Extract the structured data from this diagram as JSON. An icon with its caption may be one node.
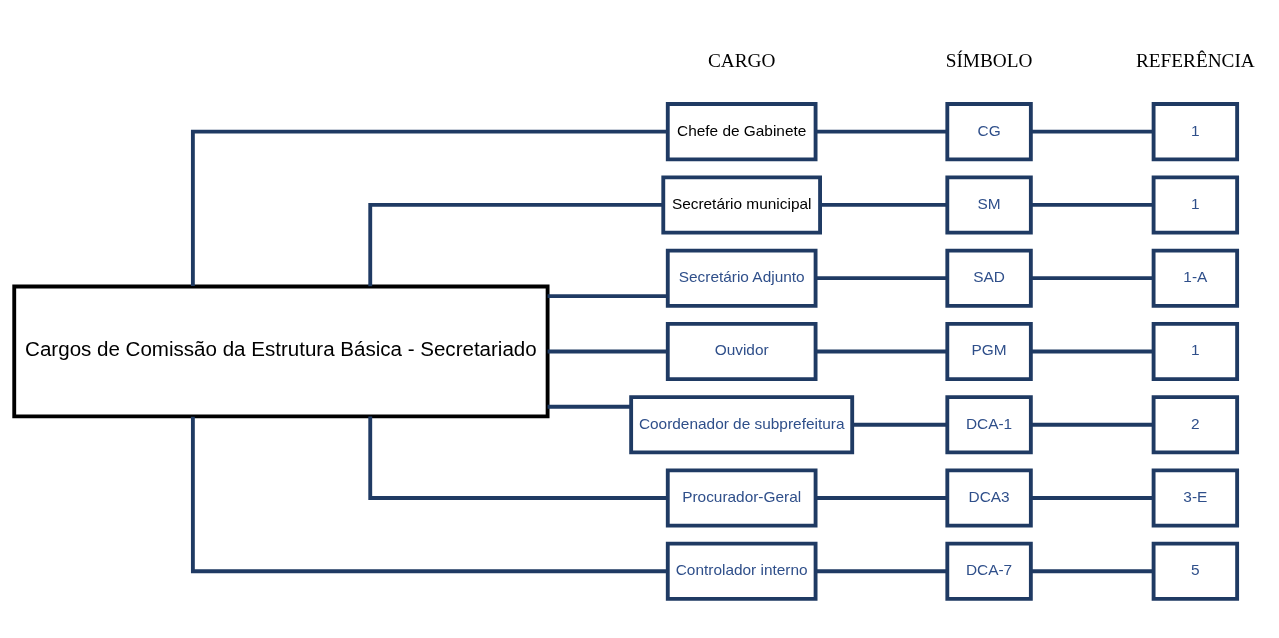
{
  "diagram": {
    "nodes": [
      {
        "text": [
          "Cargos de Comissão da Estrutura Básica - Secretariado"
        ]
      },
      {
        "text": [
          "Chefe de Gabinete"
        ]
      },
      {
        "text": [
          "Secretário municipal"
        ]
      },
      {
        "text": [
          "Secretário Adjunto"
        ]
      },
      {
        "text": [
          "Ouvidor"
        ]
      },
      {
        "text": [
          "Coordenador de subprefeitura"
        ]
      },
      {
        "text": [
          "Procurador-Geral"
        ]
      },
      {
        "text": [
          "Controlador interno"
        ]
      },
      {
        "text": [
          "CG"
        ]
      },
      {
        "text": [
          "SM"
        ]
      },
      {
        "text": [
          "SAD"
        ]
      },
      {
        "text": [
          "PGM"
        ]
      },
      {
        "text": [
          "DCA-1"
        ]
      },
      {
        "text": [
          "DCA3"
        ]
      },
      {
        "text": [
          "DCA-7"
        ]
      },
      {
        "text": [
          "1"
        ]
      },
      {
        "text": [
          "1"
        ]
      },
      {
        "text": [
          "1-A"
        ]
      },
      {
        "text": [
          "1"
        ]
      },
      {
        "text": [
          "2"
        ]
      },
      {
        "text": [
          "3-E"
        ]
      },
      {
        "text": [
          "5"
        ]
      }
    ],
    "edges": [
      {
        "from": 0,
        "to": 1,
        "arrow": "none"
      },
      {
        "from": 0,
        "to": 2,
        "arrow": "none"
      },
      {
        "from": 0,
        "to": 3,
        "arrow": "none"
      },
      {
        "from": 0,
        "to": 4,
        "arrow": "none"
      },
      {
        "from": 0,
        "to": 5,
        "arrow": "none"
      },
      {
        "from": 0,
        "to": 6,
        "arrow": "none"
      },
      {
        "from": 0,
        "to": 7,
        "arrow": "none"
      },
      {
        "from": 1,
        "to": 8,
        "arrow": "none"
      },
      {
        "from": 2,
        "to": 9,
        "arrow": "none"
      },
      {
        "from": 3,
        "to": 10,
        "arrow": "none"
      },
      {
        "from": 4,
        "to": 11,
        "arrow": "none"
      },
      {
        "from": 5,
        "to": 12,
        "arrow": "none"
      },
      {
        "from": 6,
        "to": 13,
        "arrow": "none"
      },
      {
        "from": 7,
        "to": 14,
        "arrow": "none"
      },
      {
        "from": 8,
        "to": 15,
        "arrow": "none"
      },
      {
        "from": 9,
        "to": 16,
        "arrow": "none"
      },
      {
        "from": 10,
        "to": 17,
        "arrow": "none"
      },
      {
        "from": 11,
        "to": 18,
        "arrow": "none"
      },
      {
        "from": 12,
        "to": 19,
        "arrow": "none"
      },
      {
        "from": 13,
        "to": 20,
        "arrow": "none"
      },
      {
        "from": 14,
        "to": 21,
        "arrow": "none"
      }
    ],
    "labels": [
      "CARGO",
      "SÍMBOLO",
      "REFERÊNCIA"
    ]
  }
}
